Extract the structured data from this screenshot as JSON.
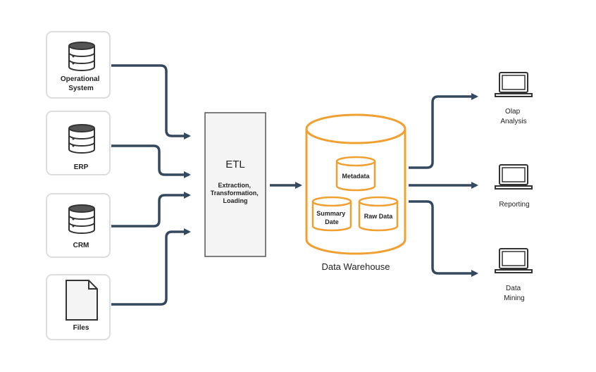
{
  "sources": [
    {
      "label_lines": [
        "Operational",
        "System"
      ],
      "icon": "database-icon"
    },
    {
      "label_lines": [
        "ERP"
      ],
      "icon": "database-icon"
    },
    {
      "label_lines": [
        "CRM"
      ],
      "icon": "database-icon"
    },
    {
      "label_lines": [
        "Files"
      ],
      "icon": "file-icon"
    }
  ],
  "etl": {
    "title": "ETL",
    "subtitle_lines": [
      "Extraction,",
      "Transformation,",
      "Loading"
    ]
  },
  "warehouse": {
    "label": "Data Warehouse",
    "stores": [
      {
        "label_lines": [
          "Metadata"
        ]
      },
      {
        "label_lines": [
          "Summary",
          "Date"
        ]
      },
      {
        "label_lines": [
          "Raw Data"
        ]
      }
    ]
  },
  "outputs": [
    {
      "label_lines": [
        "Olap",
        "Analysis"
      ],
      "icon": "laptop-icon"
    },
    {
      "label_lines": [
        "Reporting"
      ],
      "icon": "laptop-icon"
    },
    {
      "label_lines": [
        "Data",
        "Mining"
      ],
      "icon": "laptop-icon"
    }
  ],
  "colors": {
    "arrow": "#34495e",
    "warehouse": "#f0a030",
    "box_border": "#dddddd",
    "etl_fill": "#f4f4f4",
    "icon": "#333333"
  }
}
